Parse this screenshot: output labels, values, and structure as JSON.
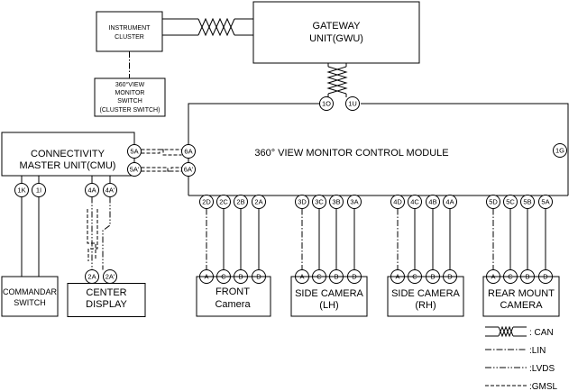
{
  "modules": {
    "instrument_cluster": [
      "INSTRUMENT",
      "CLUSTER"
    ],
    "gateway": [
      "GATEWAY",
      "UNIT(GWU)"
    ],
    "cluster_switch": [
      "360°VIEW",
      "MONITOR",
      "SWITCH",
      "(CLUSTER SWITCH)"
    ],
    "control_module": "360° VIEW MONITOR CONTROL MODULE",
    "cmu": [
      "CONNECTIVITY",
      "MASTER UNIT(CMU)"
    ],
    "commandar_switch": [
      "COMMANDAR",
      "SWITCH"
    ],
    "center_display": [
      "CENTER",
      "DISPLAY"
    ],
    "front_camera": [
      "FRONT",
      "Camera"
    ],
    "side_camera_lh": [
      "SIDE CAMERA",
      "(LH)"
    ],
    "side_camera_rh": [
      "SIDE CAMERA",
      "(RH)"
    ],
    "rear_camera": [
      "REAR MOUNT",
      "CAMERA"
    ]
  },
  "pins": {
    "gwu": [
      "1O",
      "1U"
    ],
    "control_top": "1G",
    "control_left": [
      "6A",
      "6A'"
    ],
    "cmu_right": [
      "5A",
      "5A'"
    ],
    "cmu_bottom": [
      "1K",
      "1I",
      "4A",
      "4A'"
    ],
    "center_display": [
      "2A",
      "2A'"
    ],
    "front_module": [
      "2D",
      "2C",
      "2B",
      "2A"
    ],
    "side_lh_module": [
      "3D",
      "3C",
      "3B",
      "3A"
    ],
    "side_rh_module": [
      "4D",
      "4C",
      "4B",
      "4A"
    ],
    "rear_module": [
      "5D",
      "5C",
      "5B",
      "5A"
    ],
    "camera": [
      "A",
      "C",
      "B",
      "D"
    ]
  },
  "legend": {
    "can": ": CAN",
    "lin": ":LIN",
    "lvds": ":LVDS",
    "gmsl": ":GMSL"
  }
}
